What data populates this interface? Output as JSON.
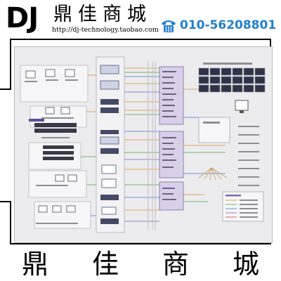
{
  "header": {
    "logo": "DJ",
    "shop_name": "鼎佳商城",
    "shop_url": "http://dj-technology.taobao.com",
    "phone": "010-56208801",
    "phone_color": "#1f7fd0"
  },
  "footer": {
    "chars": [
      "鼎",
      "佳",
      "商",
      "城"
    ]
  },
  "colors": {
    "diagram_bg": "#ececee",
    "rack_fill": "#d9cfe8",
    "line_orange": "#e0a35a",
    "line_green": "#6fb86a",
    "line_blue": "#6f8fd6",
    "line_purple": "#9a7fc4"
  }
}
